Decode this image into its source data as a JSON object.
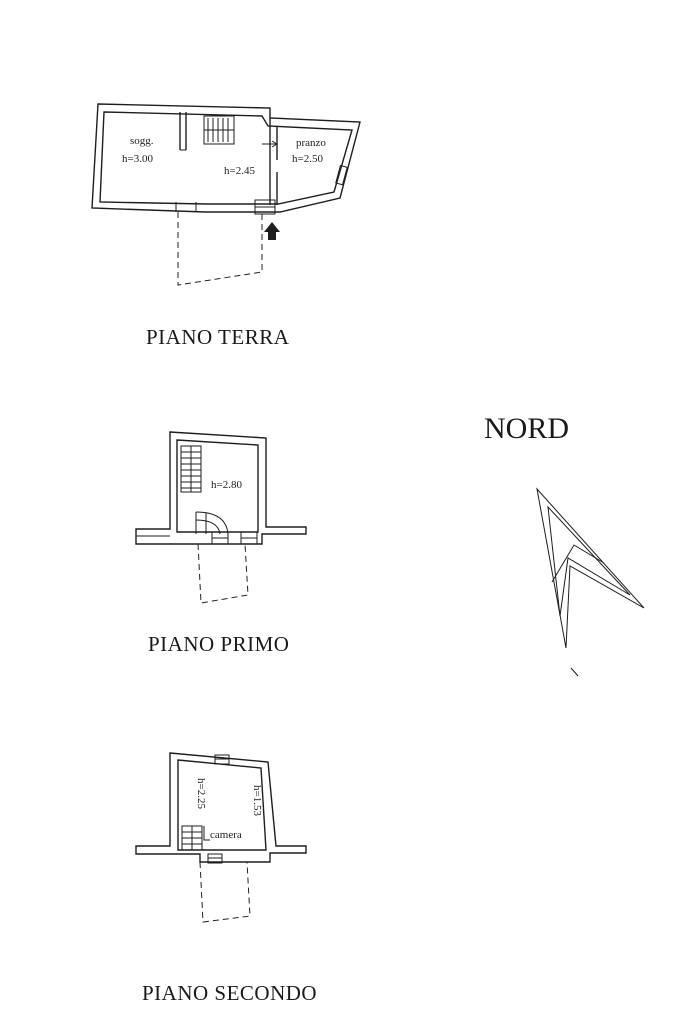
{
  "floors": {
    "ground": {
      "caption": "PIANO TERRA",
      "rooms": {
        "living_name": "sogg.",
        "living_height": "h=3.00",
        "hall_height": "h=2.45",
        "dining_name": "pranzo",
        "dining_height": "h=2.50"
      }
    },
    "first": {
      "caption": "PIANO PRIMO",
      "room_height": "h=2.80"
    },
    "second": {
      "caption": "PIANO SECONDO",
      "room_name": "camera",
      "height_left": "h=2.25",
      "height_right": "h=1.53"
    }
  },
  "north": {
    "label": "NORD",
    "icon": "north-arrow-icon"
  }
}
